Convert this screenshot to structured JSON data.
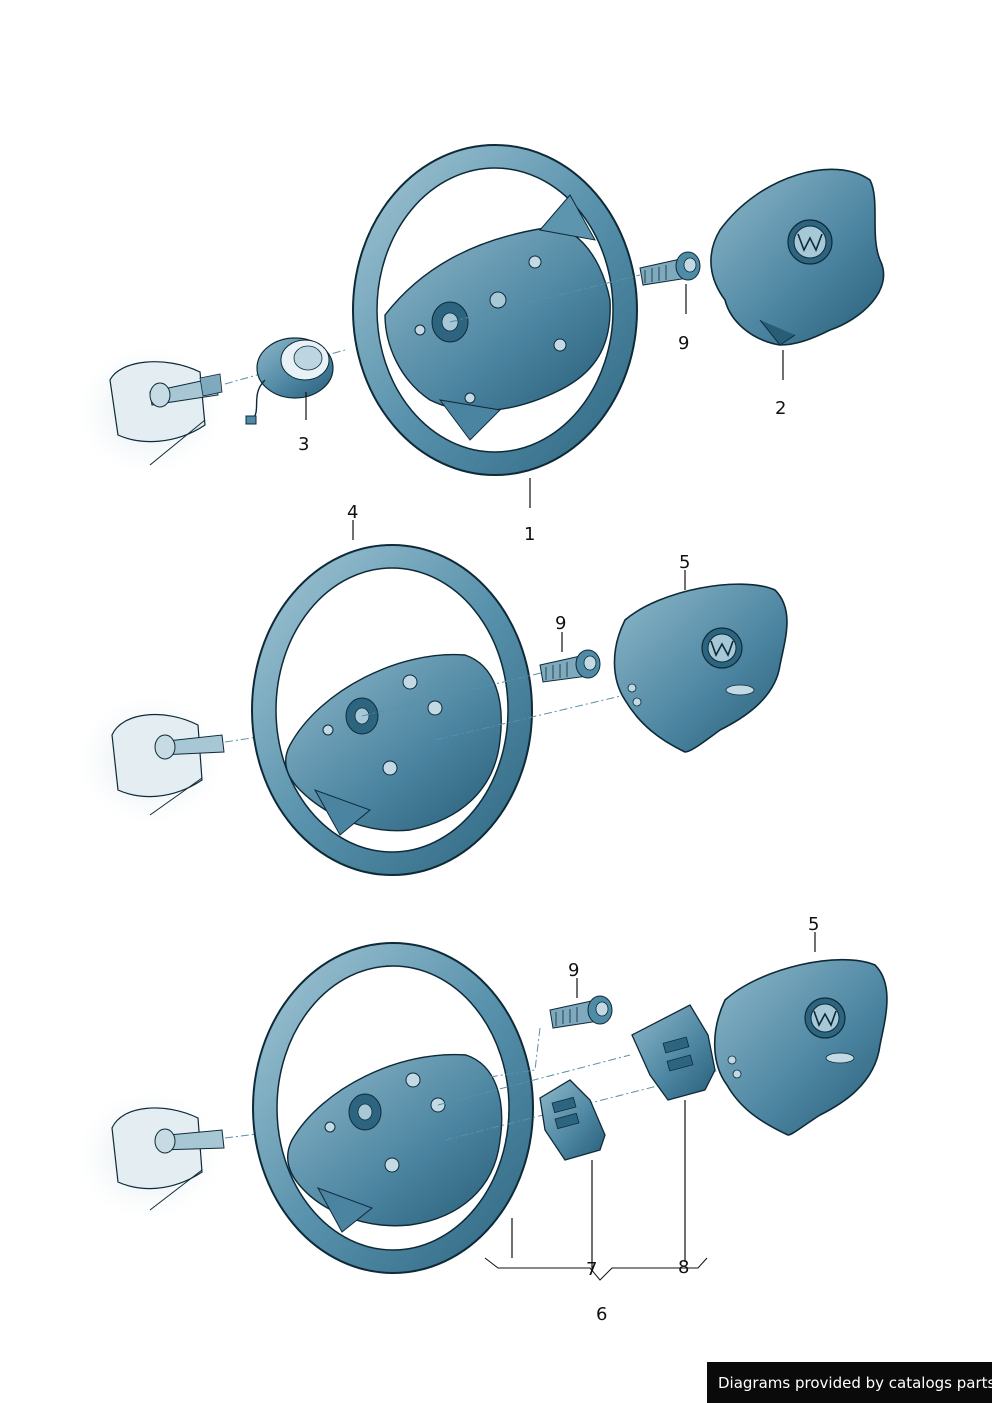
{
  "callouts": {
    "c1": "1",
    "c2": "2",
    "c3": "3",
    "c4": "4",
    "c5a": "5",
    "c5b": "5",
    "c6": "6",
    "c7": "7",
    "c8": "8",
    "c9a": "9",
    "c9b": "9",
    "c9c": "9"
  },
  "footer": {
    "text": "Diagrams provided by catalogs parts"
  },
  "colors": {
    "part_fill": "#4f8aa6",
    "part_light": "#9cc2d2",
    "part_dark": "#24566e",
    "outline": "#0e2a38",
    "shaft_bg": "#dce8ee"
  },
  "icons": {
    "airbag_logo": "vw-logo-icon"
  }
}
